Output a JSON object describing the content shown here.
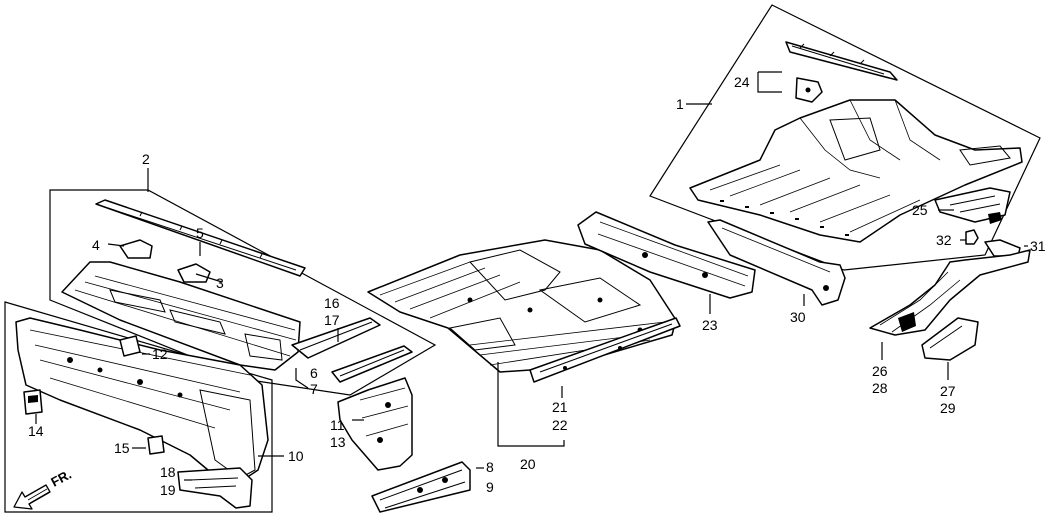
{
  "callouts": {
    "c1": "1",
    "c2": "2",
    "c3": "3",
    "c4": "4",
    "c5": "5",
    "c6": "6",
    "c7": "7",
    "c8": "8",
    "c9": "9",
    "c10": "10",
    "c11": "11",
    "c12": "12",
    "c13": "13",
    "c14": "14",
    "c15": "15",
    "c16": "16",
    "c17": "17",
    "c18": "18",
    "c19": "19",
    "c20": "20",
    "c21": "21",
    "c22": "22",
    "c23": "23",
    "c24": "24",
    "c25": "25",
    "c26": "26",
    "c27": "27",
    "c28": "28",
    "c29": "29",
    "c30": "30",
    "c31": "31",
    "c32": "32"
  },
  "direction": {
    "label": "FR."
  },
  "icons": {
    "direction_arrow": "arrow-down-left-icon"
  }
}
